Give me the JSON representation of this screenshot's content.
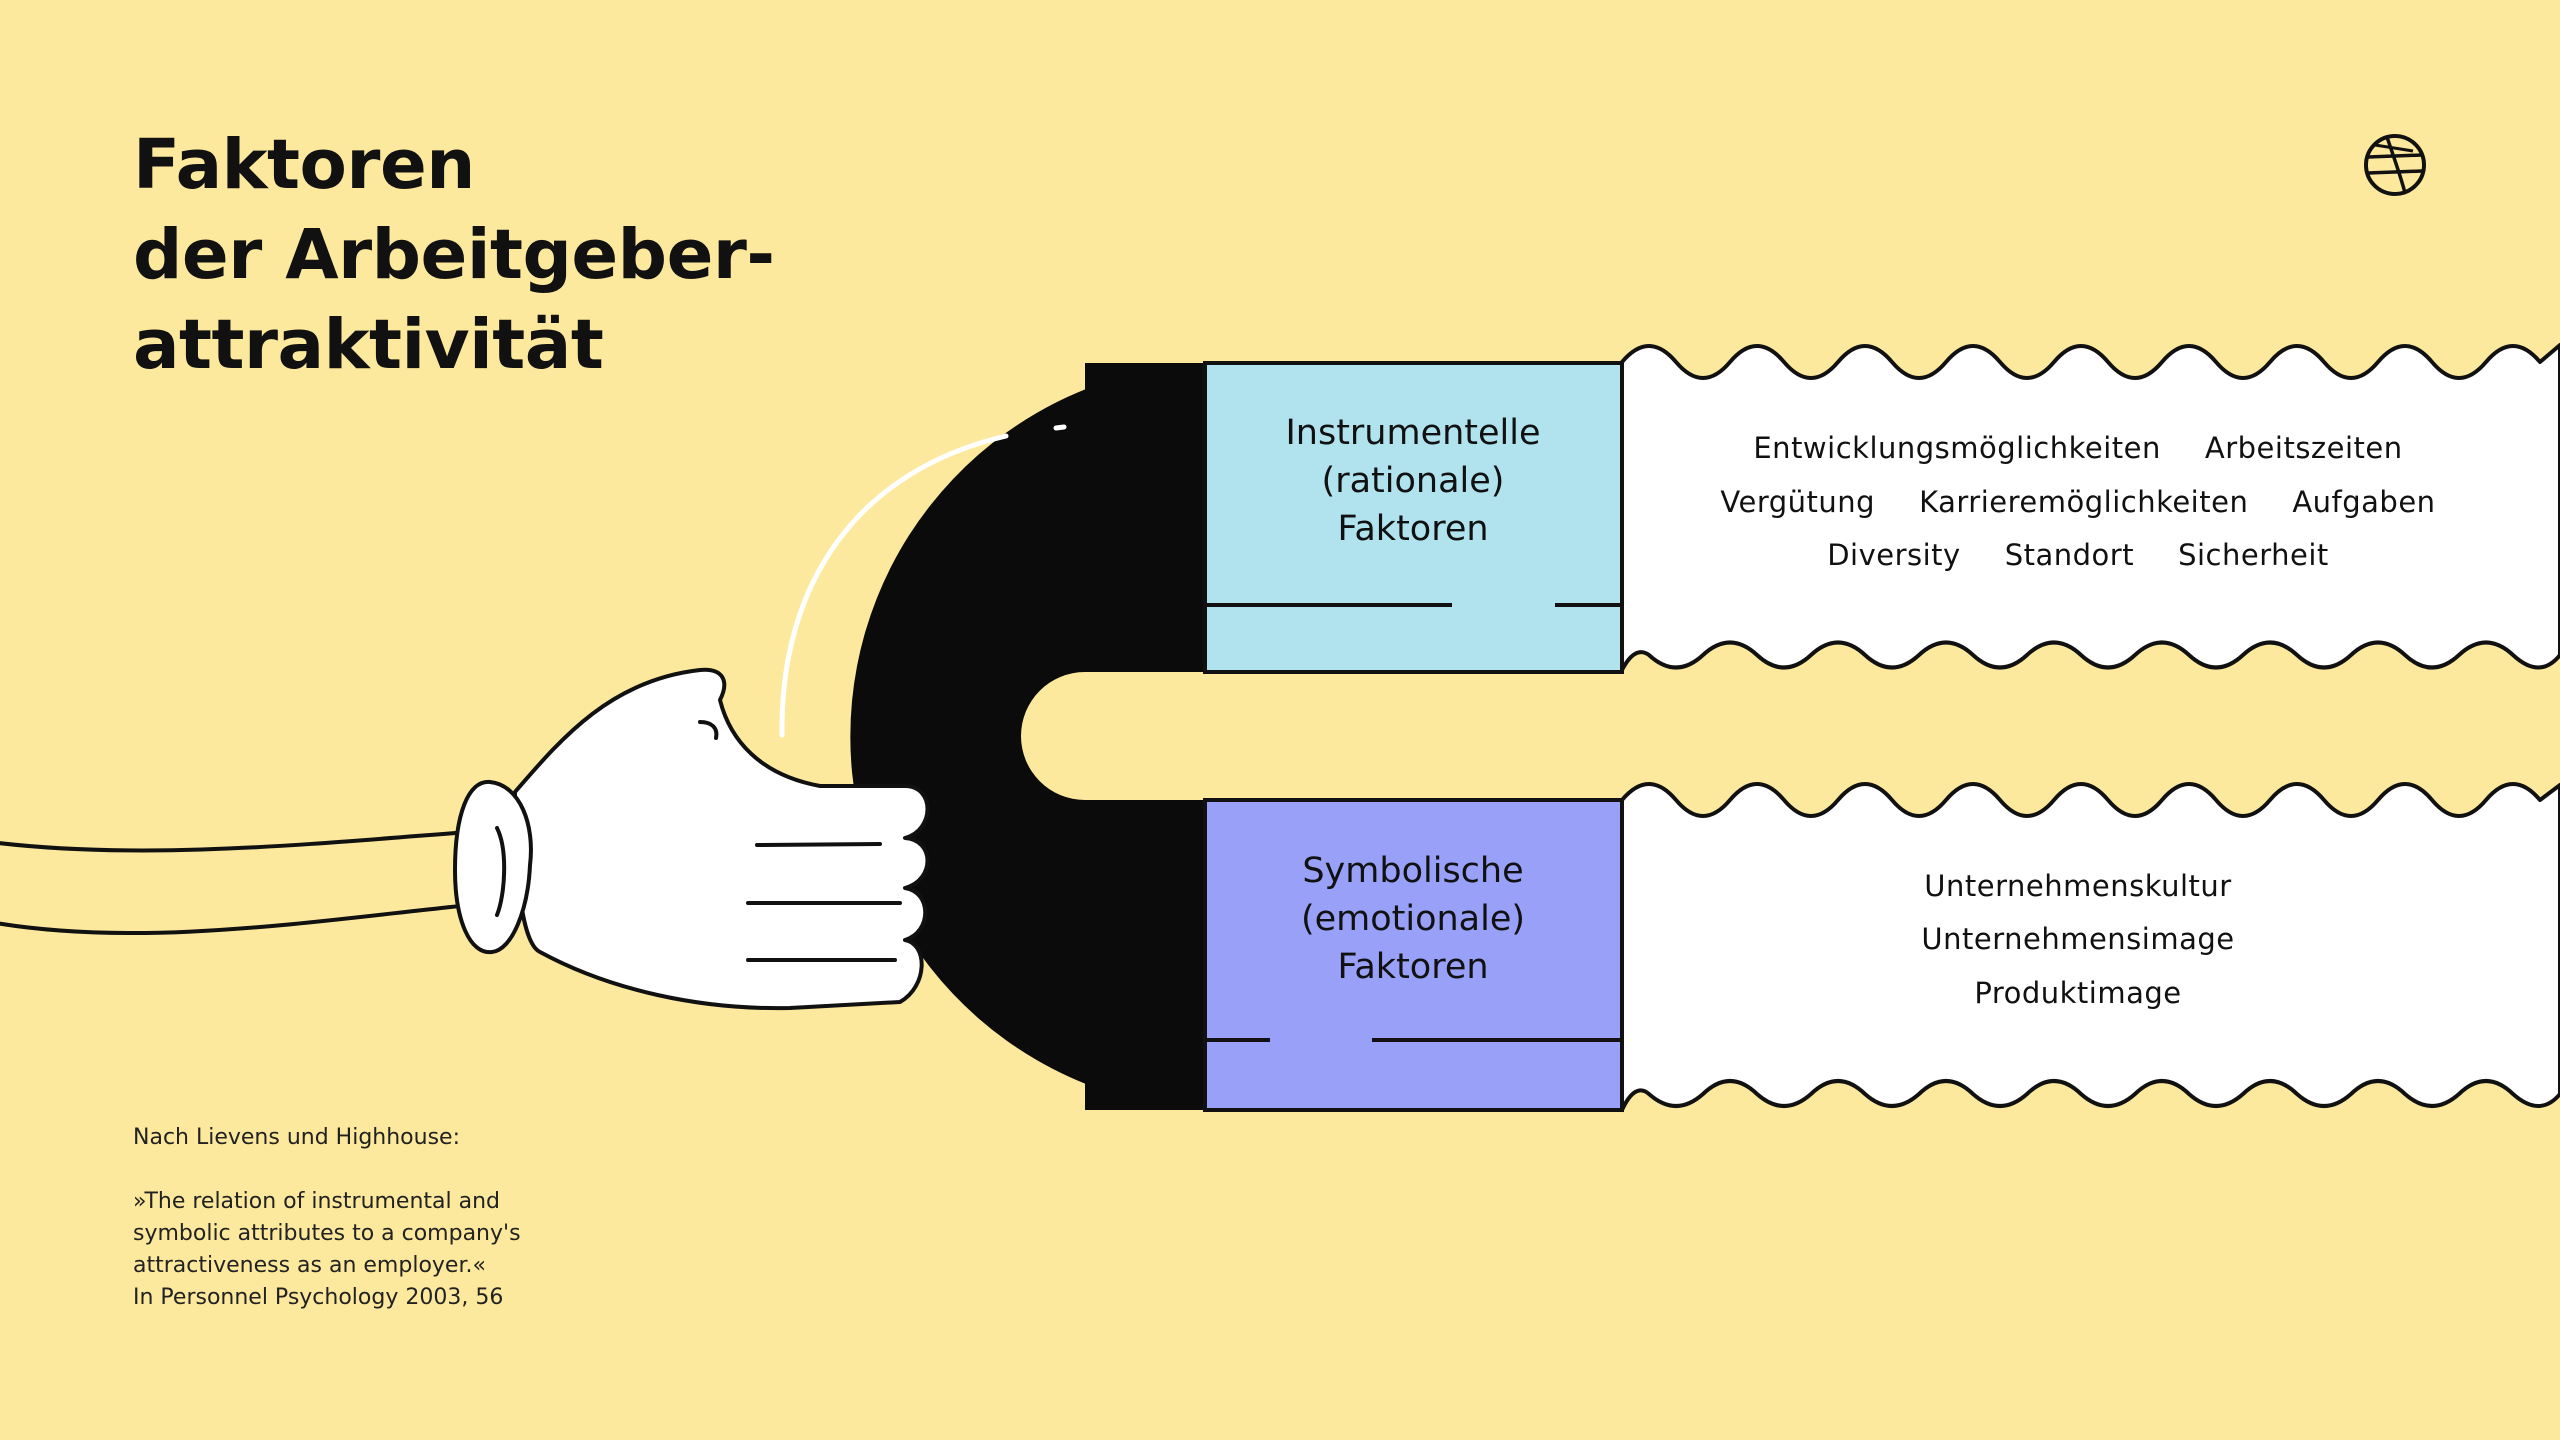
{
  "title": {
    "line1": "Faktoren",
    "line2": "der Arbeitgeber-",
    "line3": "attraktivität"
  },
  "instrumental": {
    "label_line1": "Instrumentelle",
    "label_line2": "(rationale)",
    "label_line3": "Faktoren",
    "color": "#B0E3EE",
    "items": [
      [
        "Entwicklungsmöglichkeiten",
        "Arbeitszeiten"
      ],
      [
        "Vergütung",
        "Karrieremöglichkeiten",
        "Aufgaben"
      ],
      [
        "Diversity",
        "Standort",
        "Sicherheit"
      ]
    ]
  },
  "symbolic": {
    "label_line1": "Symbolische",
    "label_line2": "(emotionale)",
    "label_line3": "Faktoren",
    "color": "#98A0F8",
    "items": [
      [
        "Unternehmenskultur"
      ],
      [
        "Unternehmensimage"
      ],
      [
        "Produktimage"
      ]
    ]
  },
  "citation": {
    "intro": "Nach Lievens und Highhouse:",
    "quote_line1": "»The relation of instrumental and",
    "quote_line2": "symbolic attributes to a company's",
    "quote_line3": "attractiveness as an employer.«",
    "source": "In Personnel Psychology 2003, 56"
  },
  "colors": {
    "background": "#FDE99D",
    "magnet": "#0B0B0B",
    "glove": "#FFFFFF"
  },
  "icons": {
    "logo": "globe-logo-icon",
    "hand": "gloved-hand-illustration",
    "magnet": "horseshoe-magnet-illustration"
  }
}
